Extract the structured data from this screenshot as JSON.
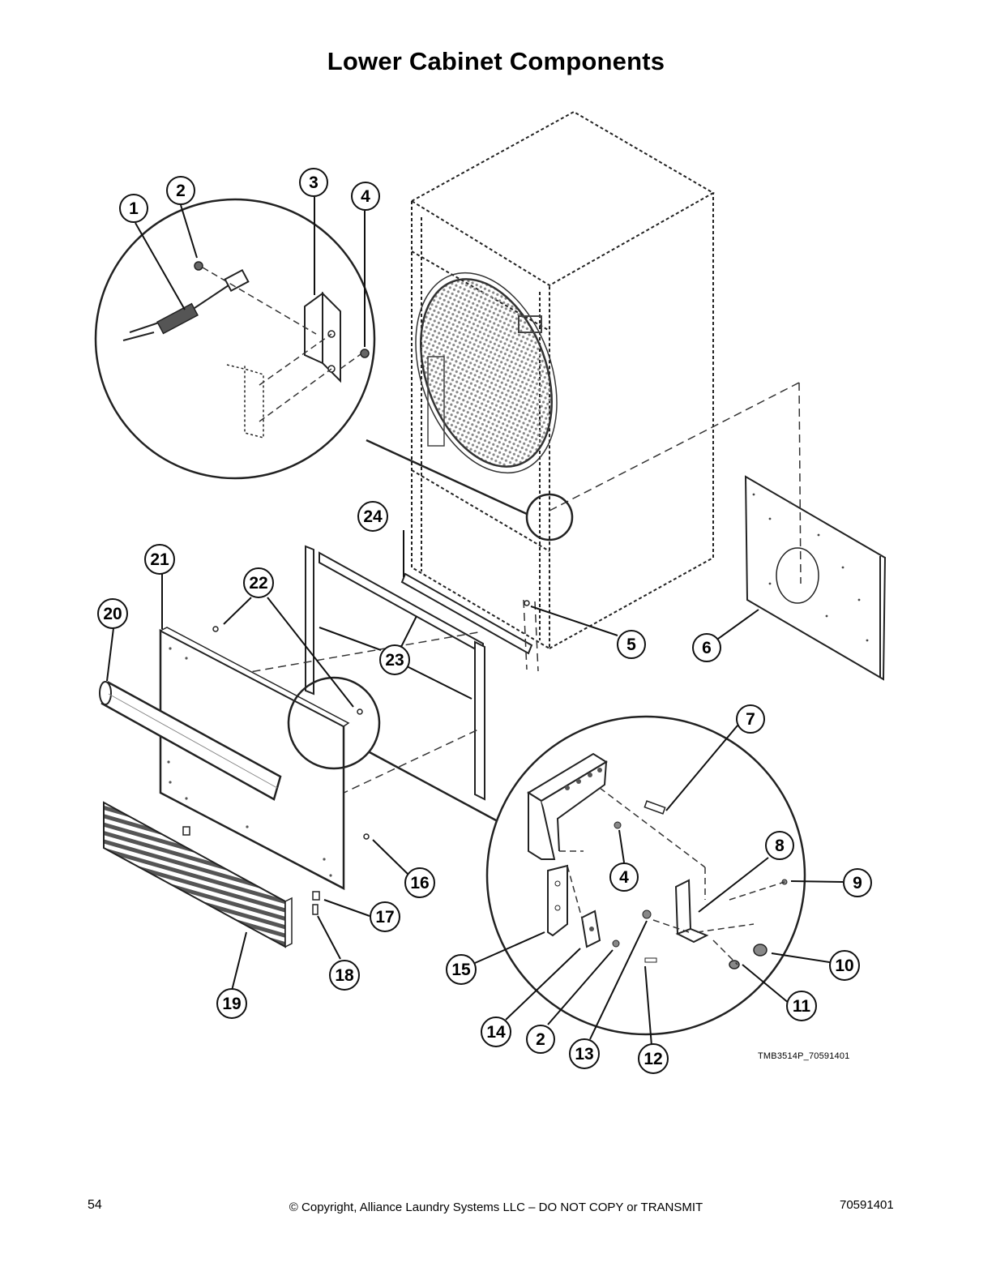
{
  "title": "Lower Cabinet Components",
  "callouts": {
    "c1": "1",
    "c2a": "2",
    "c3": "3",
    "c4a": "4",
    "c5": "5",
    "c6": "6",
    "c7": "7",
    "c8": "8",
    "c9": "9",
    "c10": "10",
    "c11": "11",
    "c12": "12",
    "c13": "13",
    "c14": "14",
    "c15": "15",
    "c16": "16",
    "c17": "17",
    "c18": "18",
    "c19": "19",
    "c20": "20",
    "c21": "21",
    "c22": "22",
    "c23": "23",
    "c24": "24",
    "c4b": "4",
    "c2b": "2"
  },
  "figure_code": "TMB3514P_70591401",
  "footer": {
    "page_number": "54",
    "copyright": "© Copyright, Alliance Laundry Systems LLC – DO NOT COPY or TRANSMIT",
    "doc_number": "70591401"
  }
}
